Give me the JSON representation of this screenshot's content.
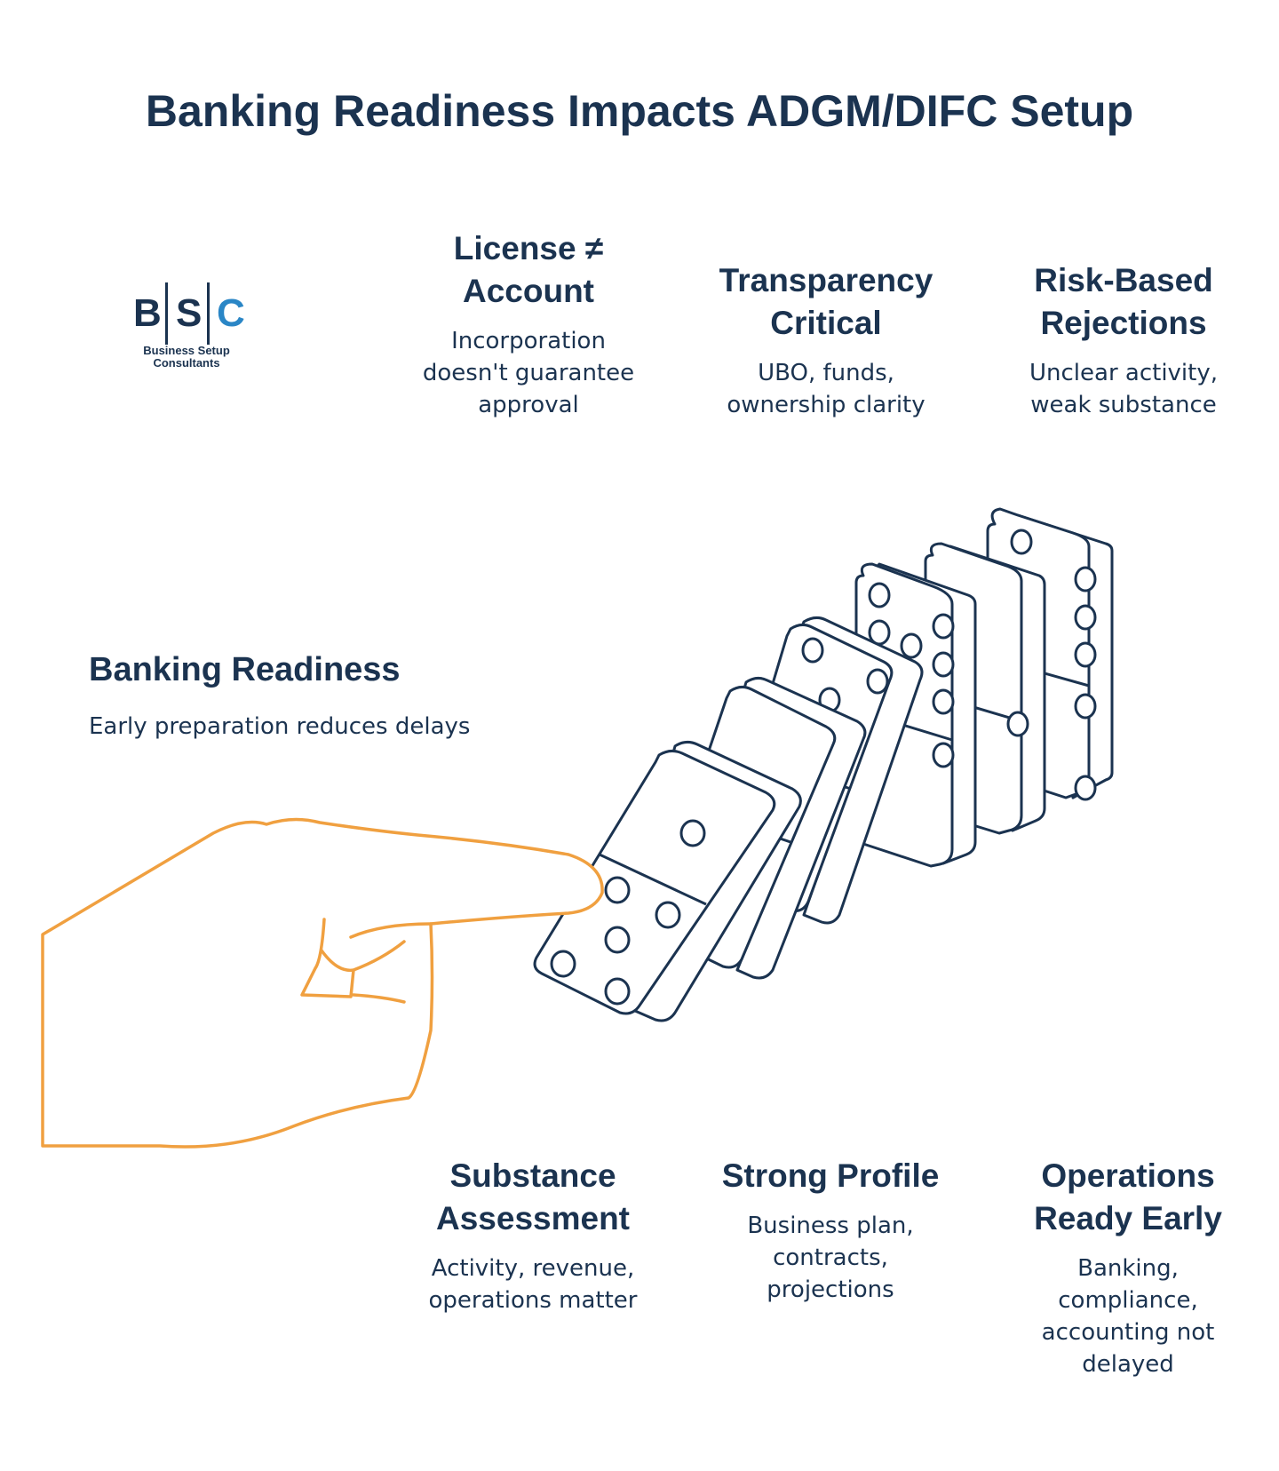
{
  "title": "Banking Readiness Impacts ADGM/DIFC Setup",
  "logo": {
    "letters": [
      "B",
      "S",
      "C"
    ],
    "subtitle_line1": "Business Setup",
    "subtitle_line2": "Consultants"
  },
  "items": {
    "license": {
      "title_line1": "License ≠",
      "title_line2": "Account",
      "desc_line1": "Incorporation",
      "desc_line2": "doesn't guarantee",
      "desc_line3": "approval"
    },
    "transparency": {
      "title_line1": "Transparency",
      "title_line2": "Critical",
      "desc_line1": "UBO, funds,",
      "desc_line2": "ownership clarity"
    },
    "risk": {
      "title_line1": "Risk-Based",
      "title_line2": "Rejections",
      "desc_line1": "Unclear activity,",
      "desc_line2": "weak substance"
    },
    "banking": {
      "title": "Banking Readiness",
      "desc": "Early preparation reduces delays"
    },
    "substance": {
      "title_line1": "Substance",
      "title_line2": "Assessment",
      "desc_line1": "Activity, revenue,",
      "desc_line2": "operations matter"
    },
    "profile": {
      "title": "Strong Profile",
      "desc_line1": "Business plan,",
      "desc_line2": "contracts,",
      "desc_line3": "projections"
    },
    "operations": {
      "title_line1": "Operations",
      "title_line2": "Ready Early",
      "desc_line1": "Banking,",
      "desc_line2": "compliance,",
      "desc_line3": "accounting not",
      "desc_line4": "delayed"
    }
  },
  "colors": {
    "text": "#1b3350",
    "hand": "#f0a040",
    "logo_accent": "#2a86c6"
  },
  "icons": {
    "hand": "pointing-hand-icon",
    "dominoes": "falling-dominoes-icon"
  }
}
